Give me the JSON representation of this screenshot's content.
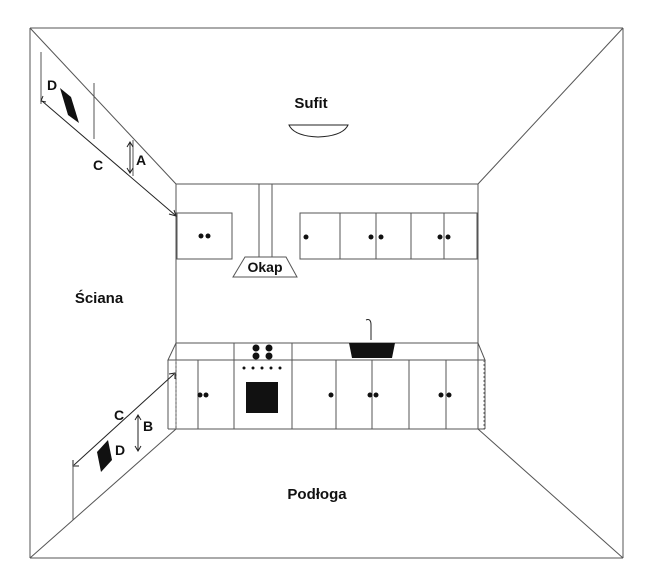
{
  "labels": {
    "ceiling": "Sufit",
    "wall": "Ściana",
    "floor": "Podłoga",
    "hood": "Okap",
    "upper_a": "A",
    "upper_c": "C",
    "upper_d": "D",
    "lower_b": "B",
    "lower_c": "C",
    "lower_d": "D"
  },
  "colors": {
    "line": "#555555",
    "fill": "#111111",
    "background": "#ffffff"
  }
}
